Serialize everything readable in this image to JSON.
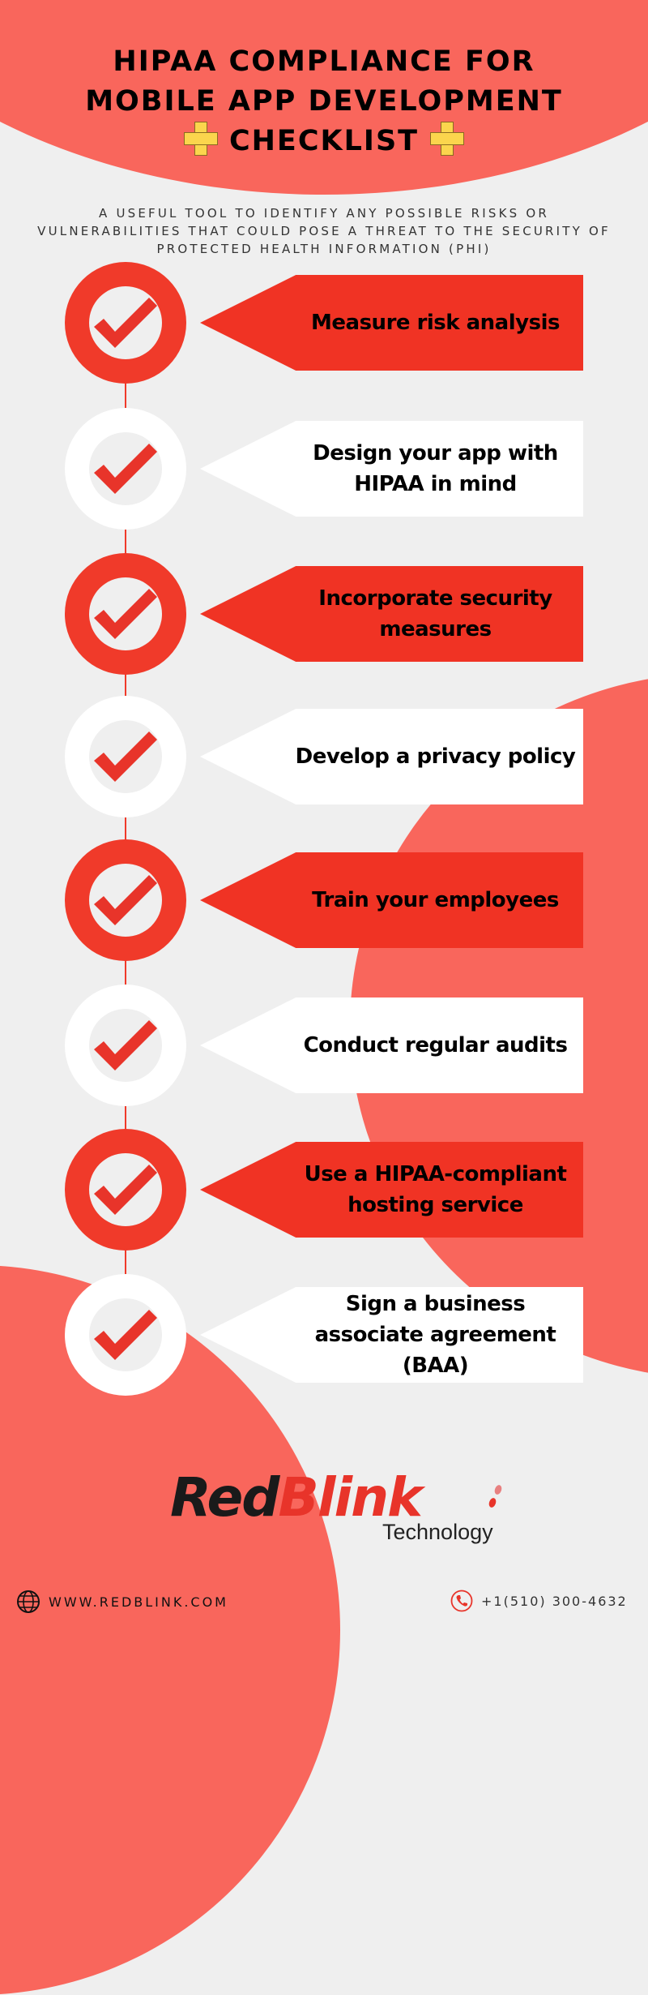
{
  "header": {
    "title_line1": "HIPAA COMPLIANCE FOR",
    "title_line2": "MOBILE APP DEVELOPMENT",
    "title_line3": "CHECKLIST",
    "decor_icon": "plus-cross-icon",
    "subtitle": "A USEFUL TOOL TO IDENTIFY ANY POSSIBLE RISKS OR VULNERABILITIES THAT COULD POSE A THREAT TO THE SECURITY OF PROTECTED HEALTH INFORMATION (PHI)"
  },
  "checklist": {
    "icon": "checkmark-icon",
    "items": [
      {
        "label": "Measure risk analysis",
        "style": "red"
      },
      {
        "label": "Design your app with HIPAA in mind",
        "style": "white"
      },
      {
        "label": "Incorporate security measures",
        "style": "red"
      },
      {
        "label": "Develop a privacy policy",
        "style": "white"
      },
      {
        "label": "Train your employees",
        "style": "red"
      },
      {
        "label": "Conduct regular audits",
        "style": "white"
      },
      {
        "label": "Use a HIPAA-compliant hosting service",
        "style": "red"
      },
      {
        "label": "Sign a business associate agreement (BAA)",
        "style": "white"
      }
    ]
  },
  "brand": {
    "name_part1": "Red",
    "name_part2": "Blink",
    "tagline": "Technology"
  },
  "footer": {
    "website": "WWW.REDBLINK.COM",
    "phone": "+1(510) 300-4632"
  },
  "colors": {
    "accent_red": "#f03a2a",
    "coral": "#f9665c",
    "background": "#efefef",
    "plus_yellow": "#fbd54d"
  }
}
